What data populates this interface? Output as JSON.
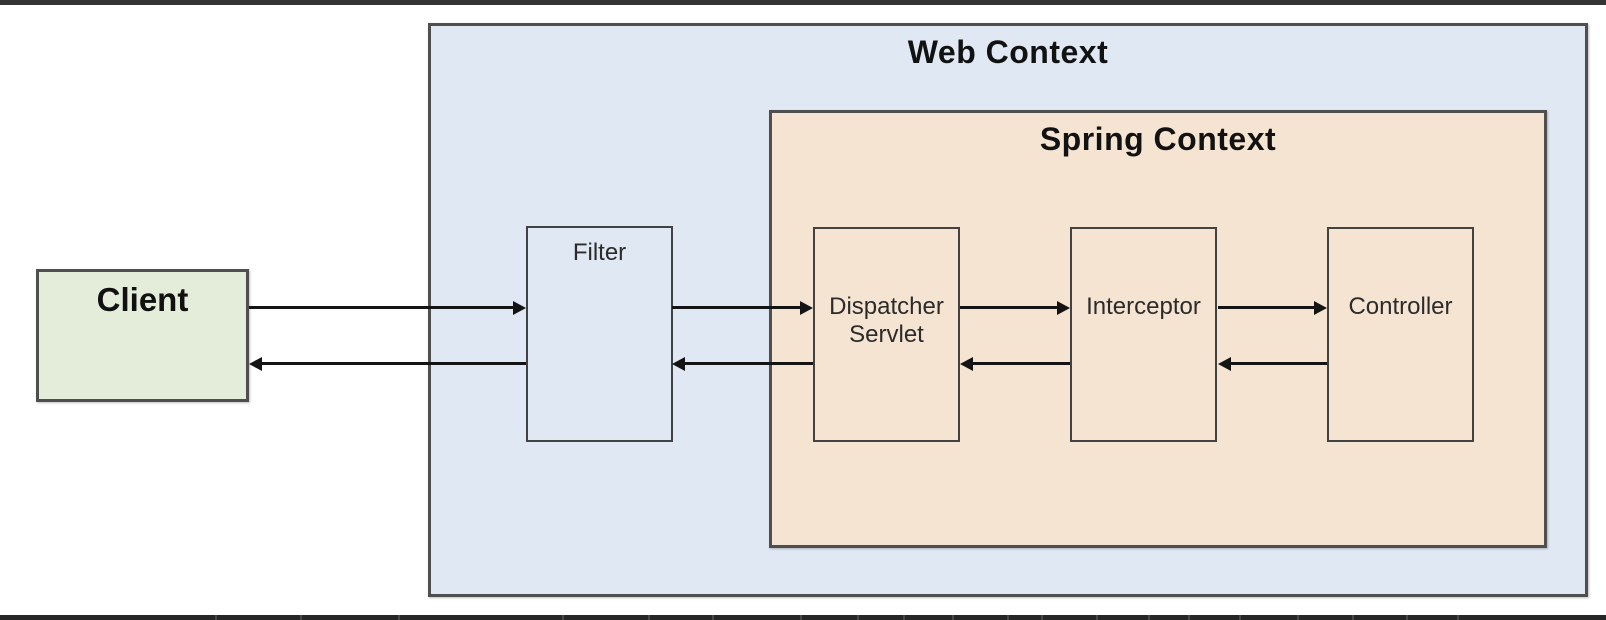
{
  "diagram": {
    "client": {
      "label": "Client"
    },
    "web_context": {
      "title": "Web Context",
      "filter": {
        "label": "Filter"
      }
    },
    "spring_context": {
      "title": "Spring Context",
      "nodes": [
        {
          "label": "Dispatcher Servlet"
        },
        {
          "label": "Interceptor"
        },
        {
          "label": "Controller"
        }
      ]
    },
    "flow": {
      "request_path": [
        "Client",
        "Filter",
        "Dispatcher Servlet",
        "Interceptor",
        "Controller"
      ],
      "response_path": [
        "Controller",
        "Interceptor",
        "Dispatcher Servlet",
        "Filter",
        "Client"
      ]
    },
    "colors": {
      "web_context_fill": "#e0e8f4",
      "spring_context_fill": "#f6e4d2",
      "client_fill": "#e4edda",
      "box_border": "#4a4a4a",
      "arrow": "#141414",
      "edge_bar": "#303030"
    }
  }
}
